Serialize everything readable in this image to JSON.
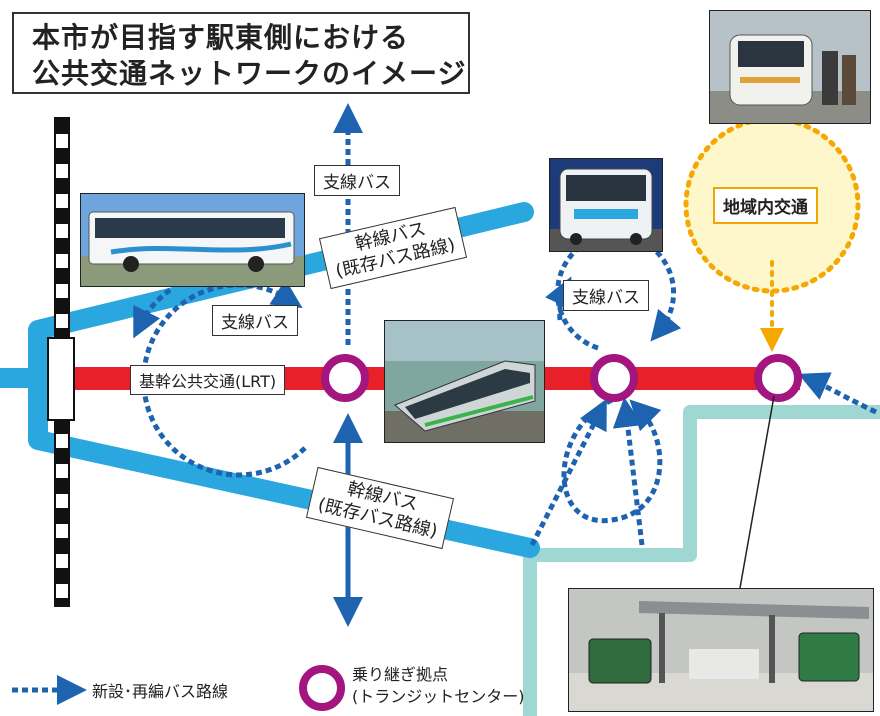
{
  "title": {
    "line1": "本市が目指す駅東側における",
    "line2": "公共交通ネットワークのイメージ"
  },
  "labels": {
    "feeder_bus_top": "支線バス",
    "feeder_bus_left": "支線バス",
    "feeder_bus_right": "支線バス",
    "trunk_upper_line1": "幹線バス",
    "trunk_upper_line2": "(既存バス路線)",
    "trunk_lower_line1": "幹線バス",
    "trunk_lower_line2": "(既存バス路線)",
    "lrt": "基幹公共交通(LRT)",
    "local_transport": "地域内交通"
  },
  "legend": {
    "new_bus_route": "新設･再編バス路線",
    "transfer_hub_line1": "乗り継ぎ拠点",
    "transfer_hub_line2": "(トランジットセンター)"
  },
  "colors": {
    "lrt": "#e8202a",
    "trunk_bus": "#2aa7df",
    "feeder_dotted": "#1e63b0",
    "local_circle": "#f5a800",
    "local_fill": "#fff7cc",
    "hub_ring": "#a3157f",
    "light_route": "#9fd8d2",
    "rail": "#111111"
  }
}
